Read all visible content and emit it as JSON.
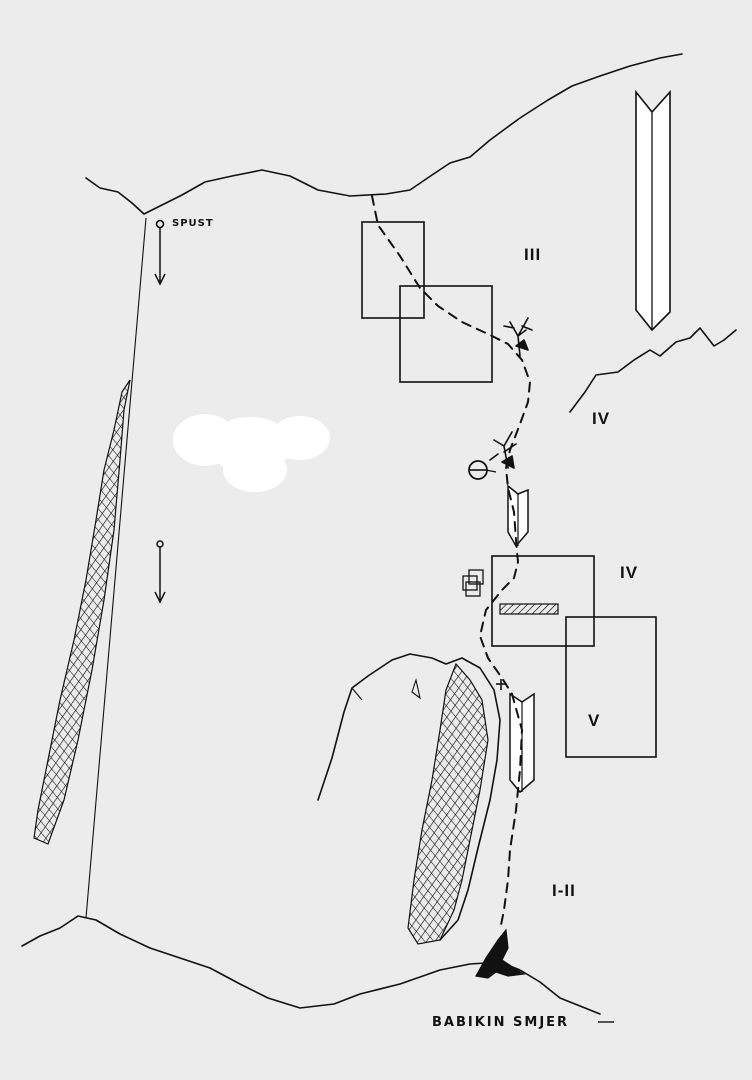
{
  "labels": {
    "descent": "SPUST",
    "pitch_1_2": "I-II",
    "pitch_3": "III",
    "pitch_4_right": "IV",
    "pitch_4_box": "IV",
    "pitch_5": "V",
    "crag_name": "BABIKIN SMJER"
  },
  "colors": {
    "paper": "#ececec",
    "ink": "#111111",
    "cloud": "#ffffff"
  }
}
